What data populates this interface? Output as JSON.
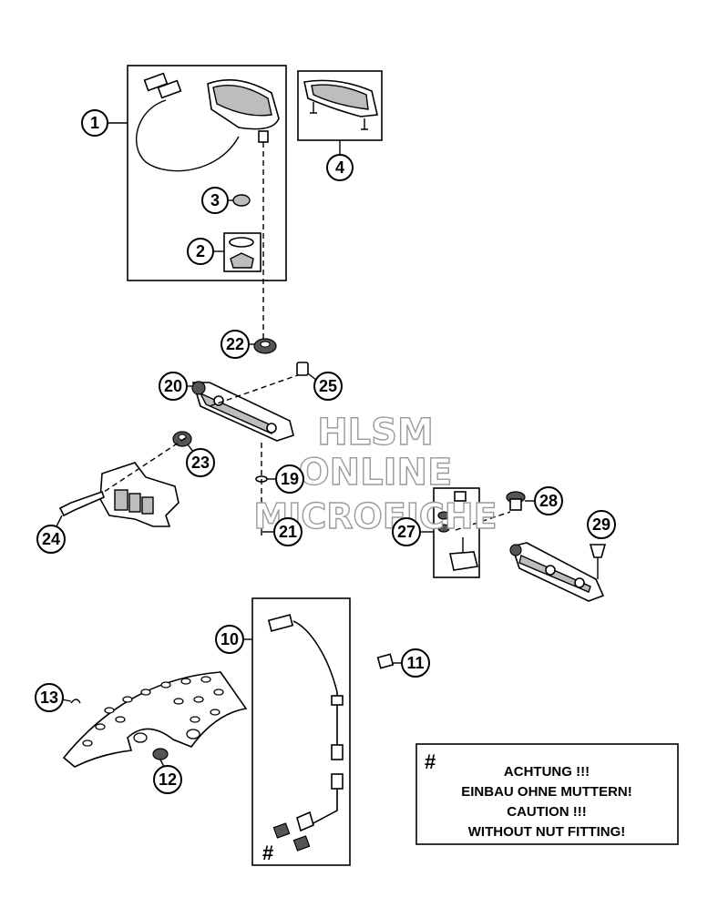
{
  "callouts": [
    "1",
    "2",
    "3",
    "4",
    "10",
    "11",
    "12",
    "13",
    "19",
    "20",
    "21",
    "22",
    "23",
    "24",
    "25",
    "27",
    "28",
    "29"
  ],
  "watermark": [
    "HLSM",
    "ONLINE",
    "MICROFICHE"
  ],
  "note": {
    "marker": "#",
    "lines": [
      "ACHTUNG !!!",
      "EINBAU OHNE MUTTERN!",
      "CAUTION !!!",
      "WITHOUT NUT FITTING!"
    ]
  },
  "hash_marker": "#"
}
